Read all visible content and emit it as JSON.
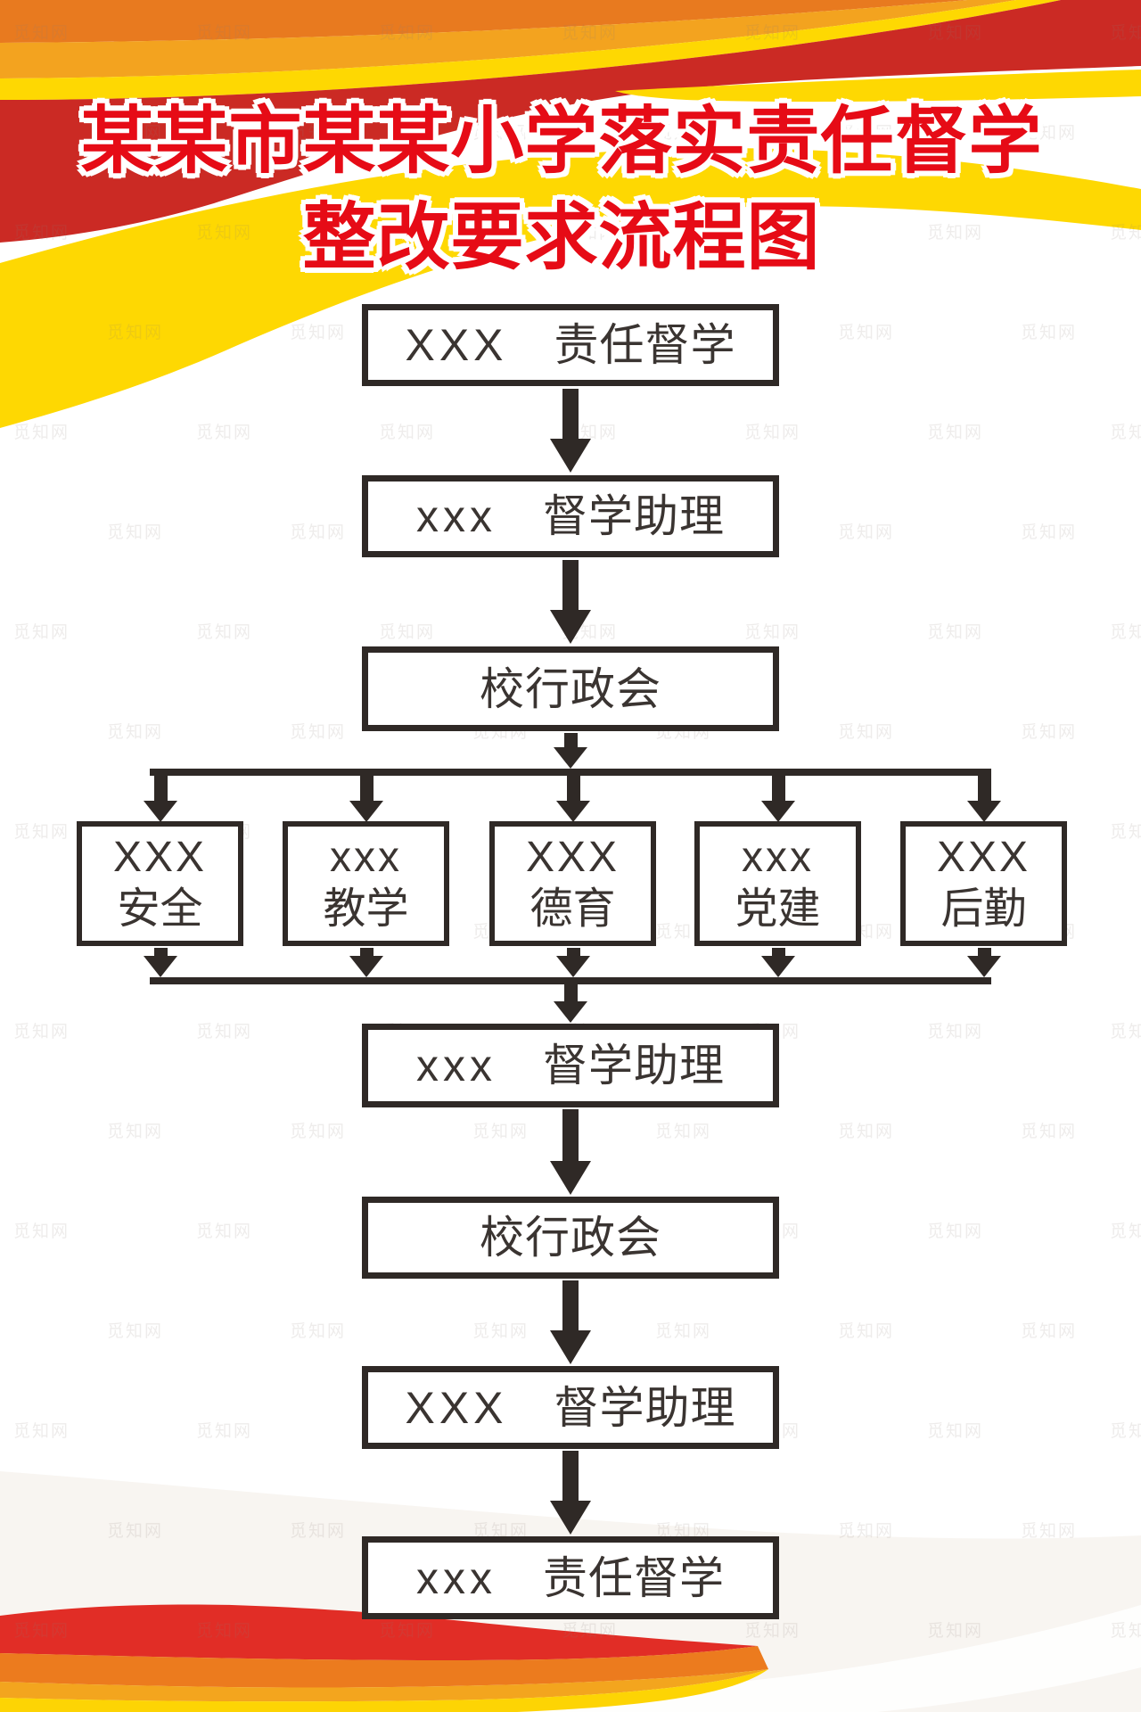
{
  "poster": {
    "title_line1": "某某市某某小学落实责任督学",
    "title_line2": "整改要求流程图"
  },
  "flow": {
    "nodes": [
      {
        "prefix": "XXX",
        "label": "责任督学"
      },
      {
        "prefix": "xxx",
        "label": "督学助理"
      },
      {
        "prefix": "",
        "label": "校行政会"
      },
      {
        "prefix": "xxx",
        "label": "督学助理"
      },
      {
        "prefix": "",
        "label": "校行政会"
      },
      {
        "prefix": "XXX",
        "label": "督学助理"
      },
      {
        "prefix": "xxx",
        "label": "责任督学"
      }
    ],
    "branches": [
      {
        "prefix": "XXX",
        "label": "安全"
      },
      {
        "prefix": "xxx",
        "label": "教学"
      },
      {
        "prefix": "XXX",
        "label": "德育"
      },
      {
        "prefix": "xxx",
        "label": "党建"
      },
      {
        "prefix": "XXX",
        "label": "后勤"
      }
    ]
  },
  "watermark": {
    "text": "觅知网"
  },
  "colors": {
    "title_red": "#e60b16",
    "banner_red": "#cb2a24",
    "banner_orange": "#e87a1f",
    "banner_amber": "#f3a31f",
    "banner_yellow": "#fed802",
    "ink": "#2f2926",
    "box_text": "#3a3431",
    "bottom_red": "#e12d26",
    "bottom_orange": "#ec7b1e",
    "bottom_amber": "#f3a51e",
    "bottom_yellow": "#fdd404",
    "bottom_tint": "#f5f1ec"
  }
}
